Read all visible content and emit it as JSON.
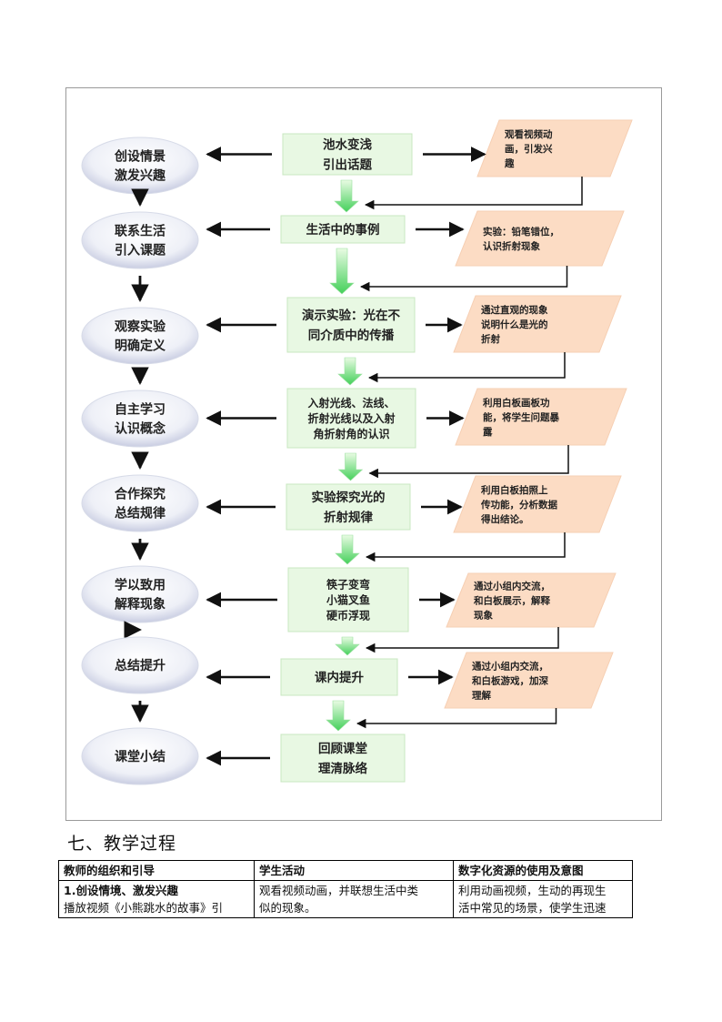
{
  "flowchart": {
    "steps": [
      {
        "circle": [
          "创设情景",
          "激发兴趣"
        ],
        "center": [
          "池水变浅",
          "引出话题"
        ],
        "side": [
          "观看视频动",
          "画，引发兴",
          "趣"
        ]
      },
      {
        "circle": [
          "联系生活",
          "引入课题"
        ],
        "center": [
          "生活中的事例"
        ],
        "side": [
          "实验：铅笔错位，",
          "认识折射现象"
        ]
      },
      {
        "circle": [
          "观察实验",
          "明确定义"
        ],
        "center": [
          "演示实验：光在不",
          "同介质中的传播"
        ],
        "side": [
          "通过直观的现象",
          "说明什么是光的",
          "折射"
        ]
      },
      {
        "circle": [
          "自主学习",
          "认识概念"
        ],
        "center": [
          "入射光线、法线、",
          "折射光线以及入射",
          "角折射角的认识"
        ],
        "side": [
          "利用白板画板功",
          "能，将学生问题暴",
          "露"
        ]
      },
      {
        "circle": [
          "合作探究",
          "总结规律"
        ],
        "center": [
          "实验探究光的",
          "折射规律"
        ],
        "side": [
          "利用白板拍照上",
          "传功能，分析数据",
          "得出结论。"
        ]
      },
      {
        "circle": [
          "学以致用",
          "解释现象"
        ],
        "center": [
          "筷子变弯",
          "小猫叉鱼",
          "硬币浮现"
        ],
        "side": [
          "通过小组内交流，",
          "和白板展示，解释",
          "现象"
        ]
      },
      {
        "circle": [
          "总结提升"
        ],
        "center": [
          "课内提升"
        ],
        "side": [
          "通过小组内交流，",
          "和白板游戏，加深",
          "理解"
        ]
      },
      {
        "circle": [
          "课堂小结"
        ],
        "center": [
          "回顾课堂",
          "理清脉络"
        ],
        "side": []
      }
    ]
  },
  "section_title": "七、教学过程",
  "table": {
    "headers": [
      "教师的组织和引导",
      "学生活动",
      "数字化资源的使用及意图"
    ],
    "row1": {
      "col1_title": "1.创设情境、激发兴趣",
      "col1_text": "播放视频《小熊跳水的故事》引",
      "col2_line1": "观看视频动画，并联想生活中类",
      "col2_line2": "似的现象。",
      "col3_line1": "利用动画视频，生动的再现生",
      "col3_line2": "活中常见的场景，使学生迅速"
    }
  }
}
